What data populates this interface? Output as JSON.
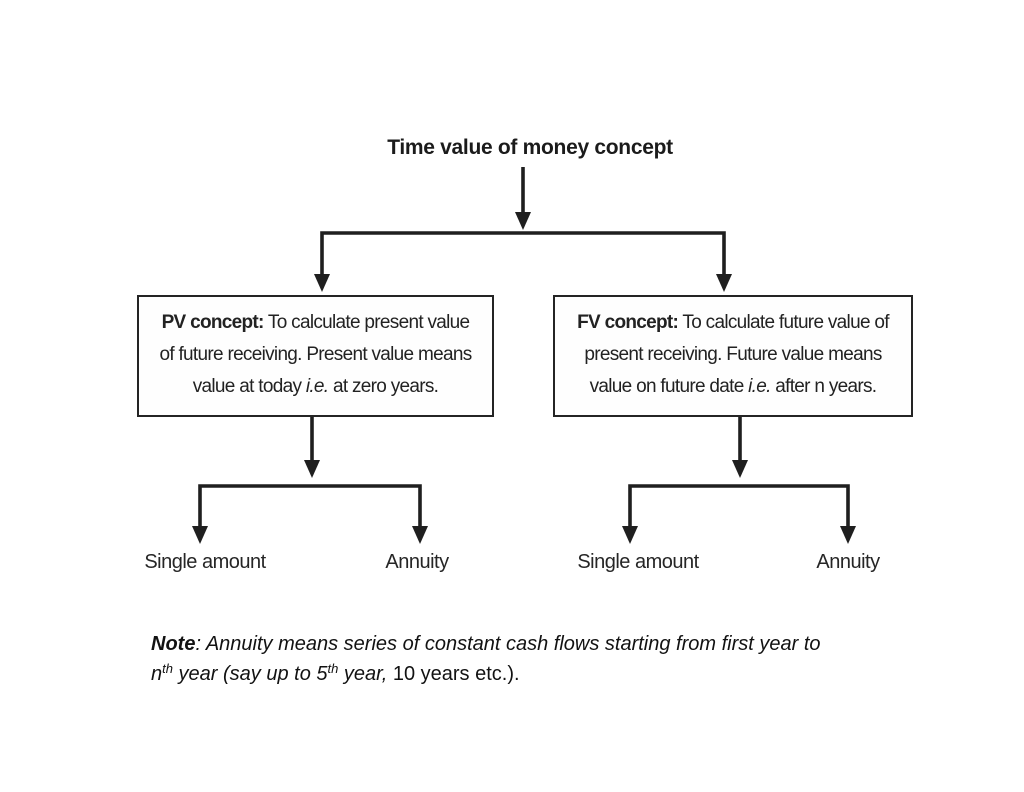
{
  "diagram": {
    "title": "Time value of money concept",
    "ink_color": "#1f1f1f",
    "pv_box": {
      "heading": "PV concept:",
      "line1_rest": " To calculate present value",
      "line2": "of future receiving. Present value means",
      "line3_pre": "value at today ",
      "line3_abbr": "i.e.",
      "line3_post": " at zero years."
    },
    "fv_box": {
      "heading": "FV concept:",
      "line1_rest": " To calculate future value of",
      "line2": "present receiving. Future value means",
      "line3_pre": "value on future date ",
      "line3_abbr": "i.e.",
      "line3_post": " after n years."
    },
    "leaves": [
      {
        "label": "Single amount"
      },
      {
        "label": "Annuity"
      },
      {
        "label": "Single amount"
      },
      {
        "label": "Annuity"
      }
    ]
  },
  "note": {
    "label": "Note",
    "line1_rest": ": Annuity means series of constant cash flows starting from first year to",
    "line2_n": "n",
    "line2_sup1": "th",
    "line2_mid1": " year (say up to 5",
    "line2_sup2": "th",
    "line2_mid2": " year, ",
    "line2_tail": "10 years etc.)."
  }
}
